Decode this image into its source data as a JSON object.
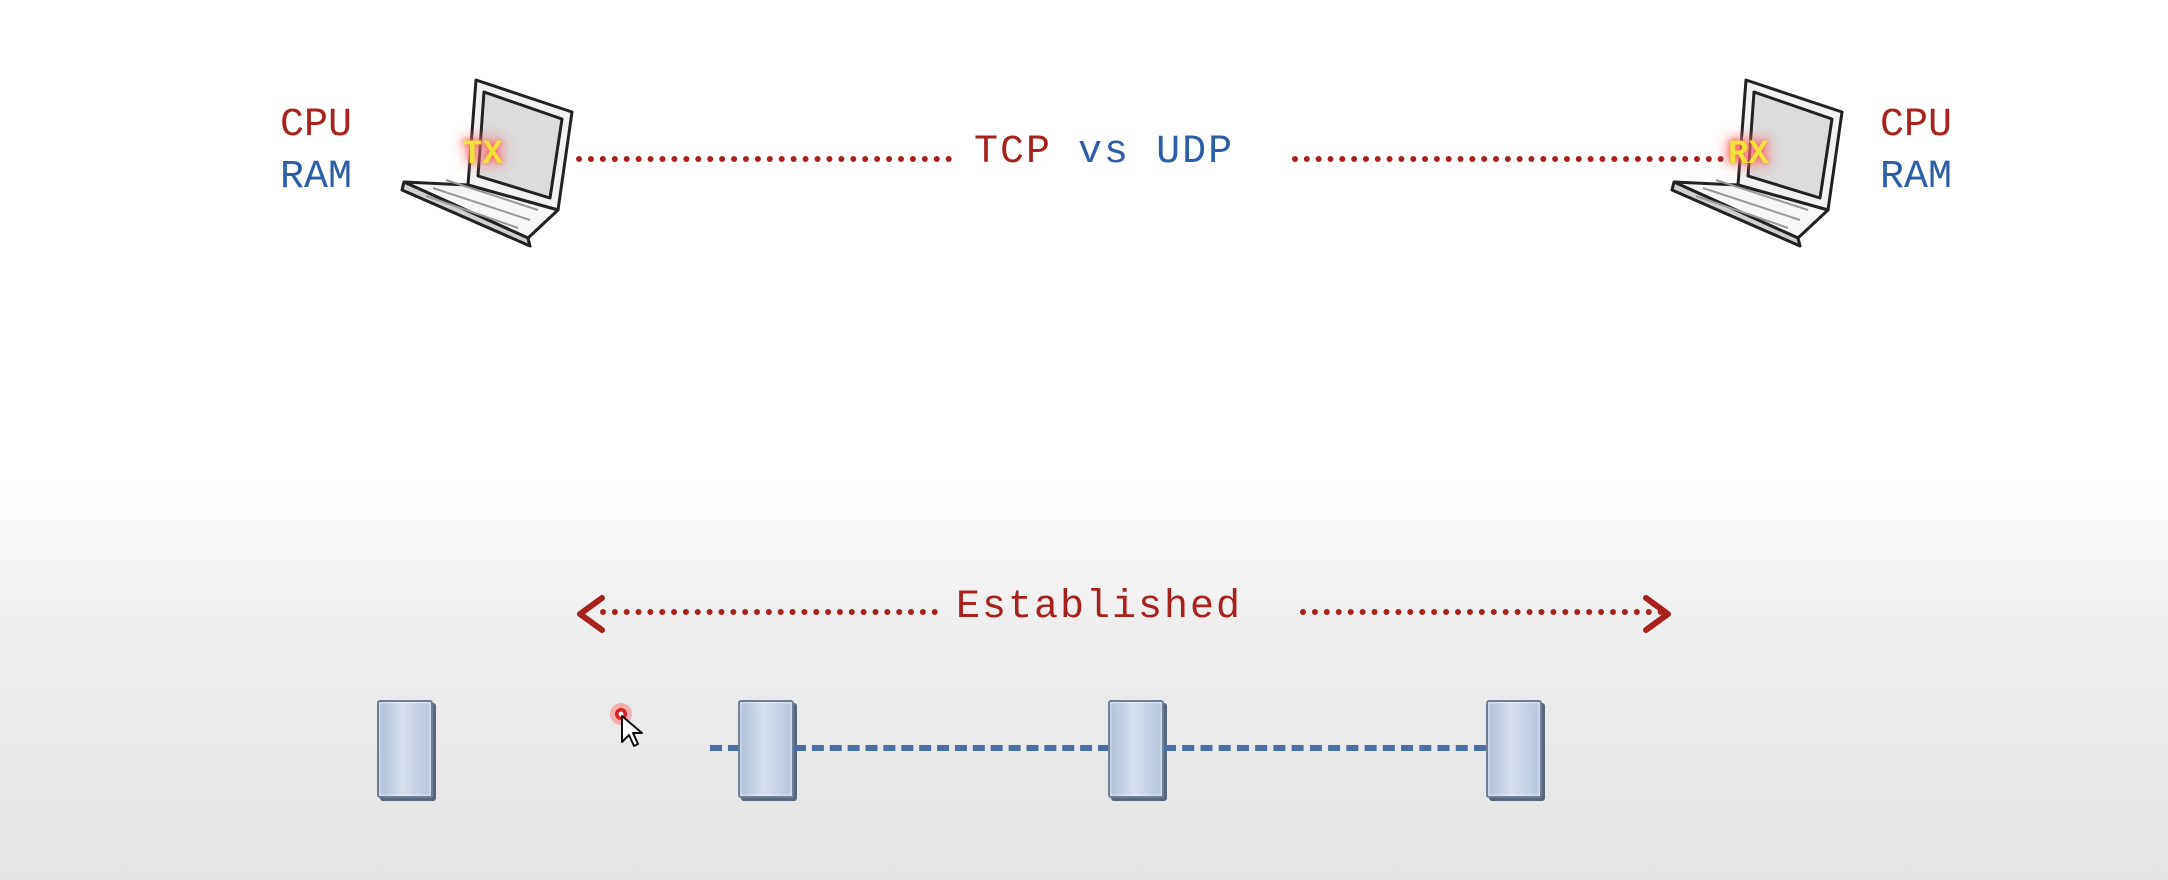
{
  "header": {
    "title_tcp": "TCP",
    "title_vs": "vs",
    "title_udp": "UDP"
  },
  "sender": {
    "tag": "TX",
    "resources": [
      "CPU",
      "RAM"
    ]
  },
  "receiver": {
    "tag": "RX",
    "resources": [
      "CPU",
      "RAM"
    ]
  },
  "connection": {
    "label": "Established"
  },
  "icons": {
    "sender": "laptop-icon",
    "receiver": "laptop-icon",
    "pointer": "mouse-pointer-icon"
  },
  "colors": {
    "red": "#a8211f",
    "blue": "#2f5ea8",
    "tag": "#f3e03a"
  }
}
